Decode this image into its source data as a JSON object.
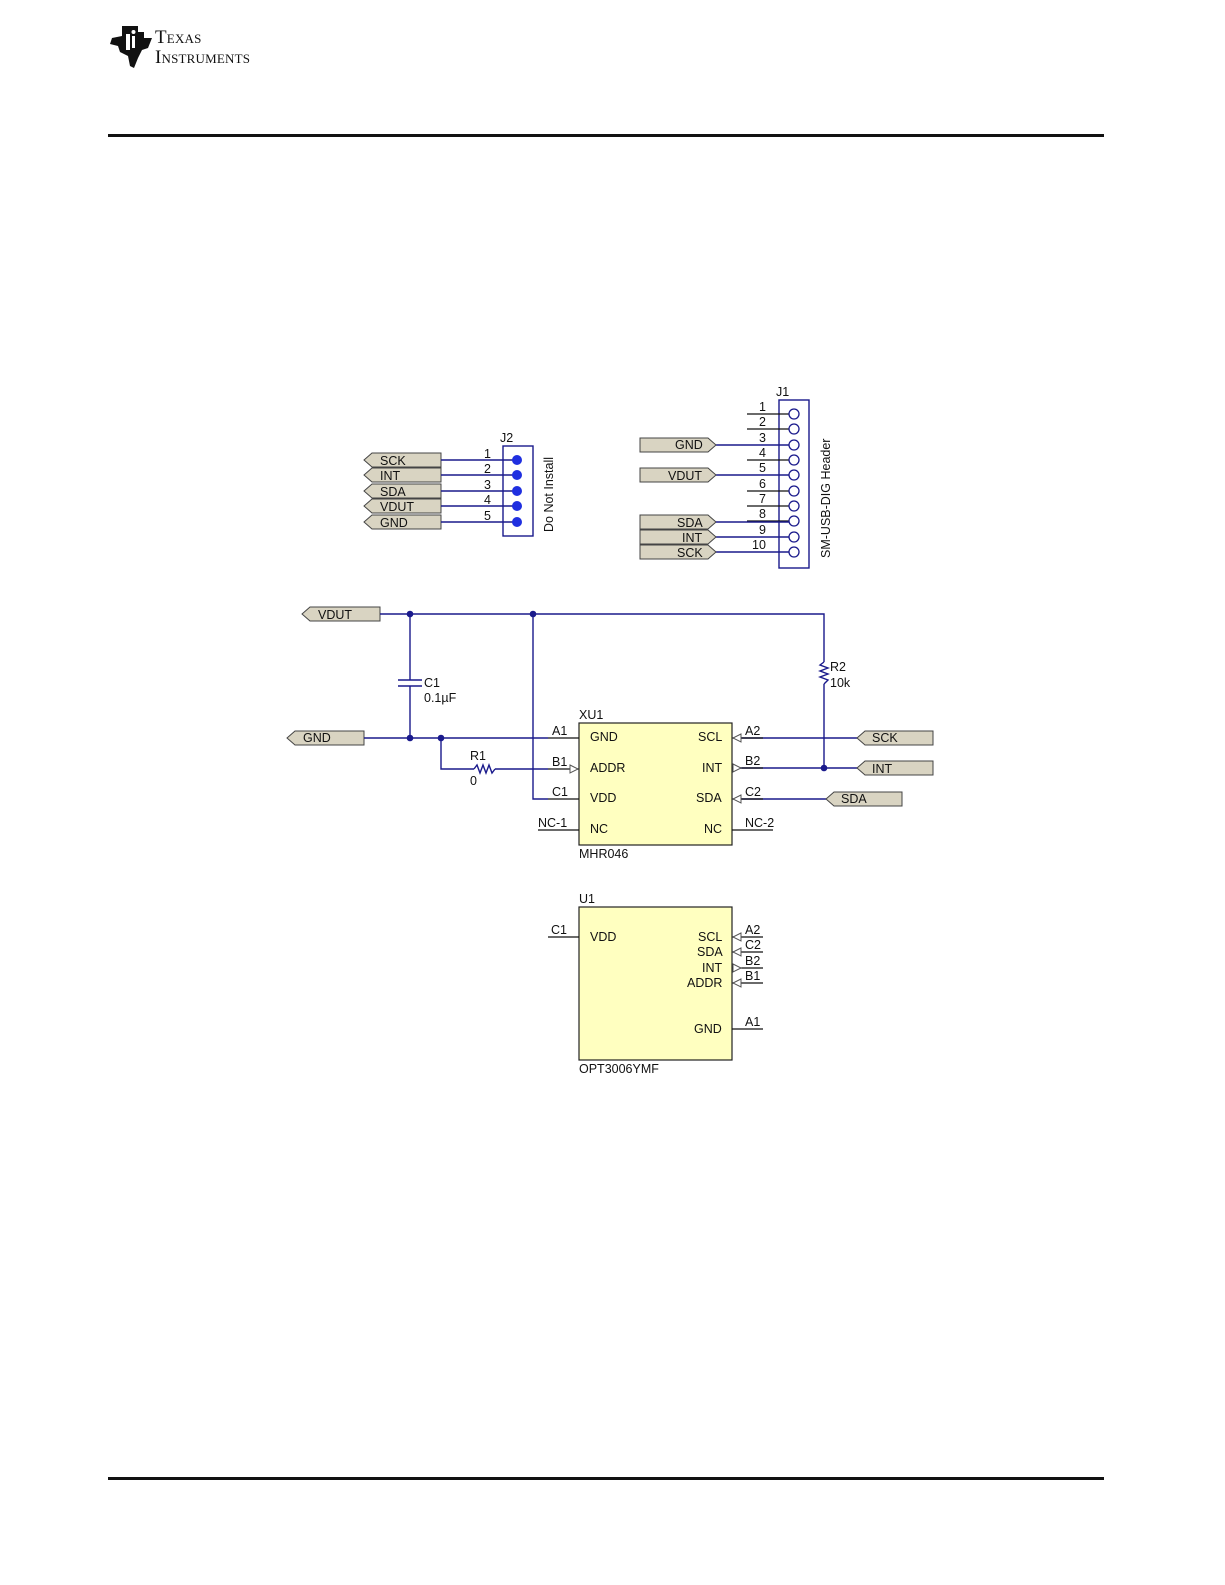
{
  "header": {
    "logo_line1": "Texas",
    "logo_line2": "Instruments"
  },
  "j2": {
    "ref": "J2",
    "note": "Do Not Install",
    "pins": [
      "1",
      "2",
      "3",
      "4",
      "5"
    ],
    "ports": [
      "SCK",
      "INT",
      "SDA",
      "VDUT",
      "GND"
    ]
  },
  "j1": {
    "ref": "J1",
    "name": "SM-USB-DIG Header",
    "pins": [
      "1",
      "2",
      "3",
      "4",
      "5",
      "6",
      "7",
      "8",
      "9",
      "10"
    ],
    "port_gnd": "GND",
    "port_vdut": "VDUT",
    "port_sda": "SDA",
    "port_int": "INT",
    "port_sck": "SCK"
  },
  "main": {
    "port_vdut": "VDUT",
    "port_gnd": "GND",
    "port_sck": "SCK",
    "port_int": "INT",
    "port_sda": "SDA",
    "c1_ref": "C1",
    "c1_val": "0.1µF",
    "r1_ref": "R1",
    "r1_val": "0",
    "r2_ref": "R2",
    "r2_val": "10k"
  },
  "xu1": {
    "ref": "XU1",
    "part": "MHR046",
    "left_pins": [
      "GND",
      "ADDR",
      "VDD",
      "NC"
    ],
    "left_nets": [
      "A1",
      "B1",
      "C1",
      "NC-1"
    ],
    "right_pins": [
      "SCL",
      "INT",
      "SDA",
      "NC"
    ],
    "right_nets": [
      "A2",
      "B2",
      "C2",
      "NC-2"
    ]
  },
  "u1": {
    "ref": "U1",
    "part": "OPT3006YMF",
    "left_pin": "VDD",
    "left_net": "C1",
    "right_pins": [
      "SCL",
      "SDA",
      "INT",
      "ADDR"
    ],
    "right_nets": [
      "A2",
      "C2",
      "B2",
      "B1"
    ],
    "gnd_pin": "GND",
    "gnd_net": "A1"
  },
  "colors": {
    "wire": "#1a1a8c",
    "chip_fill": "#ffffc0",
    "port_fill": "#d9d4c2"
  }
}
